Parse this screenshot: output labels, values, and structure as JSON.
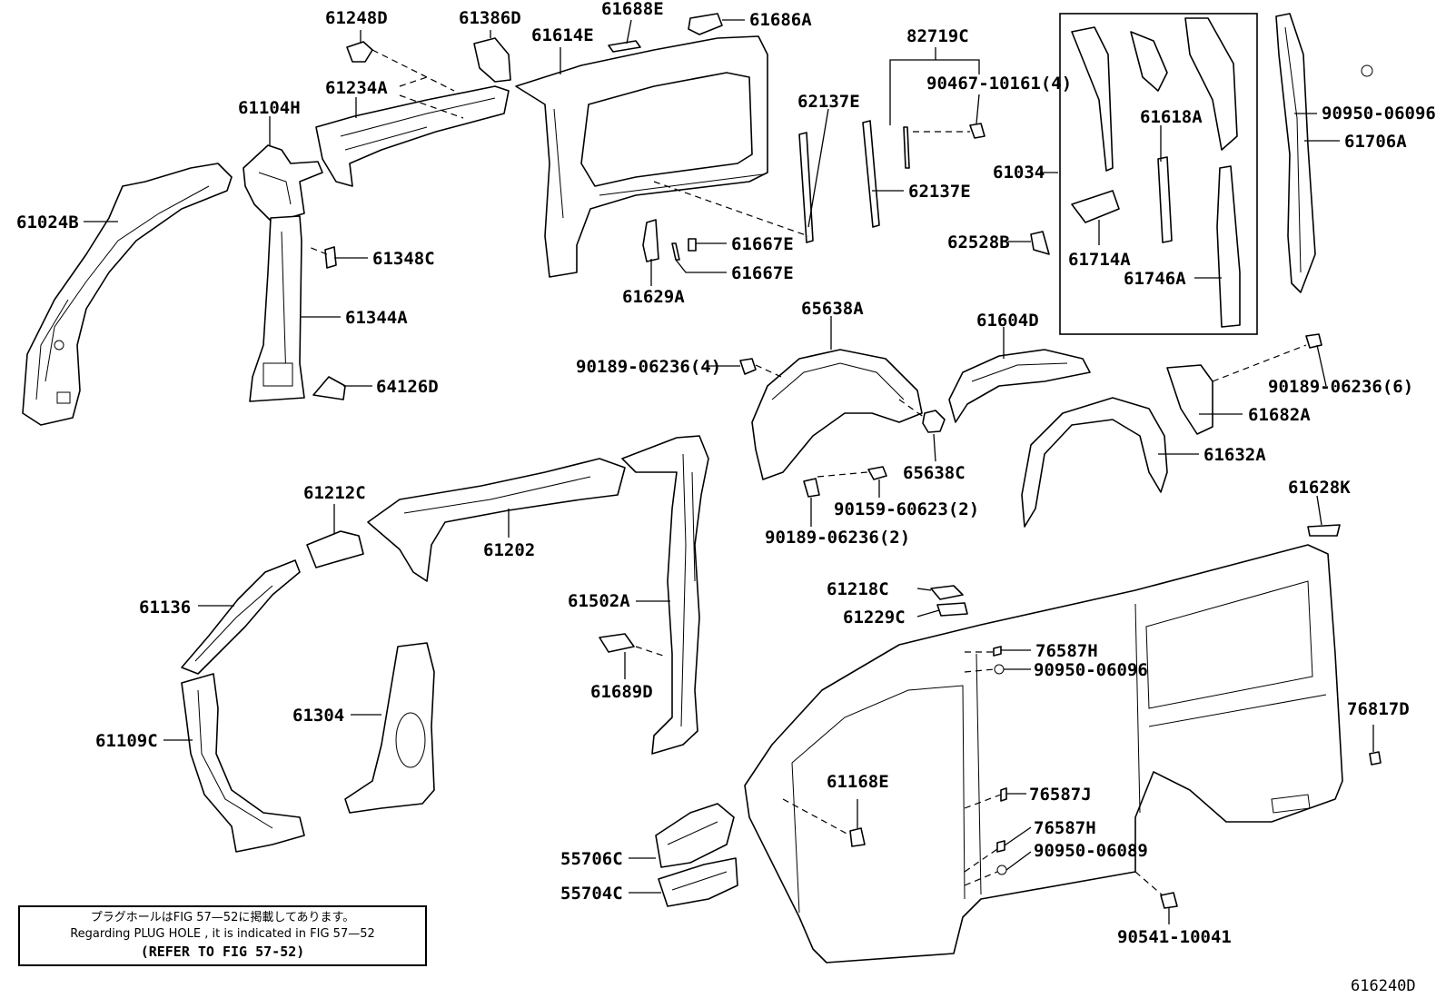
{
  "labels": {
    "p61248D": "61248D",
    "p61386D": "61386D",
    "p61688E": "61688E",
    "p61686A": "61686A",
    "p61614E": "61614E",
    "p82719C": "82719C",
    "p90467": "90467-10161(4)",
    "p90950_a": "90950-06096",
    "p61234A": "61234A",
    "p61104H": "61104H",
    "p62137E_a": "62137E",
    "p62137E_b": "62137E",
    "p61706A": "61706A",
    "p61034": "61034",
    "p61618A": "61618A",
    "p61024B": "61024B",
    "p61348C": "61348C",
    "p61667E_a": "61667E",
    "p61667E_b": "61667E",
    "p62528B": "62528B",
    "p61714A": "61714A",
    "p61746A": "61746A",
    "p61629A": "61629A",
    "p61344A": "61344A",
    "p65638A": "65638A",
    "p61604D": "61604D",
    "p90189_a": "90189-06236(4)",
    "p90189_b": "90189-06236(6)",
    "p64126D": "64126D",
    "p61682A": "61682A",
    "p61632A": "61632A",
    "p65638C": "65638C",
    "p90159": "90159-60623(2)",
    "p90189_c": "90189-06236(2)",
    "p61212C": "61212C",
    "p61628K": "61628K",
    "p61202": "61202",
    "p61218C": "61218C",
    "p61229C": "61229C",
    "p61502A": "61502A",
    "p61136": "61136",
    "p76587H_a": "76587H",
    "p90950_b": "90950-06096",
    "p61689D": "61689D",
    "p76817D": "76817D",
    "p61304": "61304",
    "p61109C": "61109C",
    "p61168E": "61168E",
    "p76587J": "76587J",
    "p76587H_b": "76587H",
    "p90950_c": "90950-06089",
    "p55706C": "55706C",
    "p55704C": "55704C",
    "p90541": "90541-10041"
  },
  "note": {
    "line_jp": "プラグホールはFIG 57—52に掲載してあります。",
    "line_en": "Regarding  PLUG  HOLE , it is indicated in FIG  57—52",
    "line_ref": "(REFER TO FIG 57-52)"
  },
  "diagram_id": "616240D"
}
